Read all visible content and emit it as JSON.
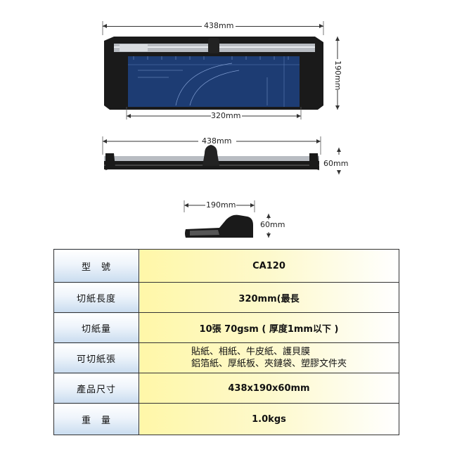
{
  "dimensions": {
    "top_view": {
      "width": "438mm",
      "depth": "190mm",
      "cut": "320mm"
    },
    "side_view": {
      "width": "438mm",
      "height": "60mm"
    },
    "end_view": {
      "depth": "190mm",
      "height": "60mm"
    }
  },
  "colors": {
    "base": "#1a1a1a",
    "cutting_mat": "#1d3c73",
    "rail": "#b8bcc2",
    "label_gradient_bottom": "#c9dcef",
    "value_gradient_left": "#fff7a8"
  },
  "specs": [
    {
      "label": "型　號",
      "value": "CA120"
    },
    {
      "label": "切紙長度",
      "value": "320mm(最長"
    },
    {
      "label": "切紙量",
      "value": "10張 70gsm ( 厚度1mm以下 )"
    },
    {
      "label": "可切紙張",
      "lines": [
        "貼紙、相紙、牛皮紙、護貝膜",
        "鋁箔紙、厚紙板、夾鏈袋、塑膠文件夾"
      ]
    },
    {
      "label": "產品尺寸",
      "value": "438x190x60mm"
    },
    {
      "label": "重　量",
      "value": "1.0kgs"
    }
  ]
}
